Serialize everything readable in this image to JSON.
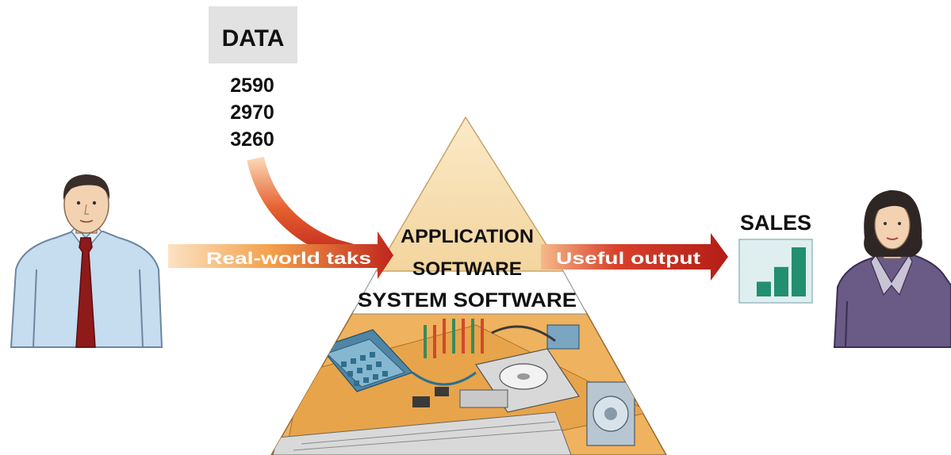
{
  "data_box": {
    "title": "DATA",
    "values": [
      "2590",
      "2970",
      "3260"
    ]
  },
  "arrows": {
    "input_label": "Real-world taks",
    "output_label": "Useful output"
  },
  "pyramid": {
    "top_label_line1": "APPLICATION",
    "top_label_line2": "SOFTWARE",
    "middle_label": "SYSTEM SOFTWARE"
  },
  "sales_panel": {
    "title": "SALES",
    "bar_levels": [
      0.3,
      0.6,
      1.0
    ]
  },
  "colors": {
    "arrow_red": "#c0251c",
    "arrow_orange": "#f4a14a",
    "pyramid_top": "#f7deb0",
    "pyramid_mid": "#ffffff",
    "hardware": "#e8a44a",
    "shirt": "#c6dcef",
    "tie": "#8e1a1a",
    "blouse": "#6a5a86",
    "chart_bars": "#22906e",
    "data_box_bg": "#e2e2e2"
  }
}
